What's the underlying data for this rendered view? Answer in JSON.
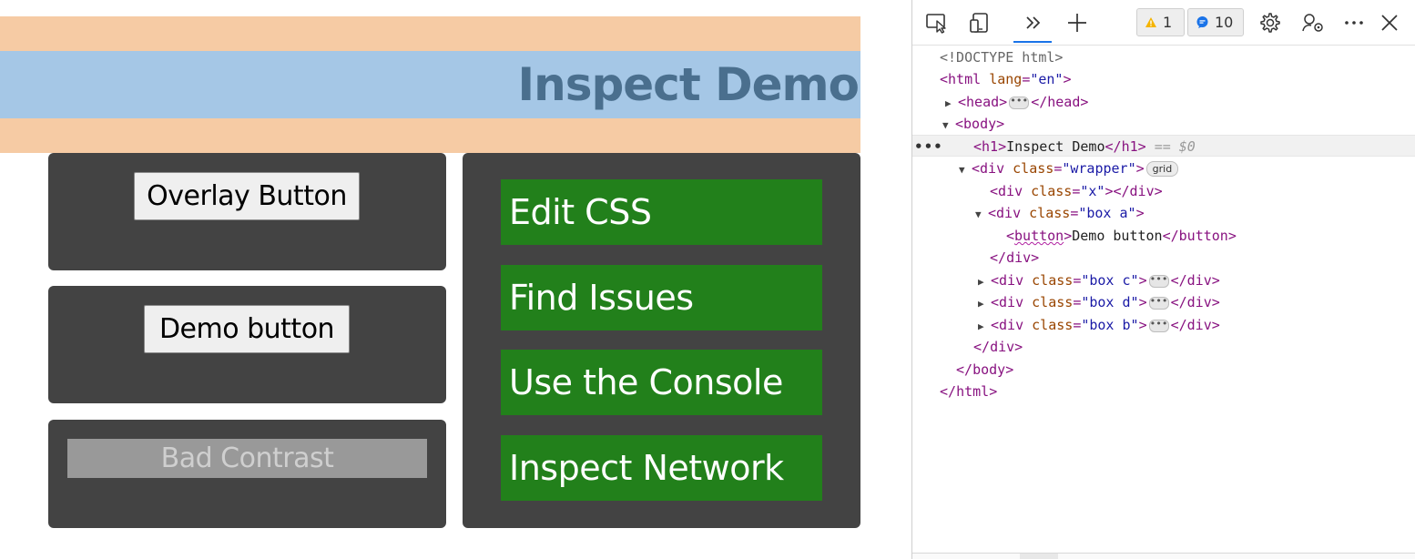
{
  "page": {
    "h1": "Inspect Demo",
    "overlay_button": "Overlay Button",
    "demo_button": "Demo button",
    "bad_contrast": "Bad Contrast",
    "links": [
      "Edit CSS",
      "Find Issues",
      "Use the Console",
      "Inspect Network"
    ]
  },
  "devtools": {
    "toolbar": {
      "icons": [
        "inspect-element-icon",
        "device-emulation-icon",
        "more-tabs-icon",
        "add-tab-icon",
        "settings-icon",
        "customize-icon",
        "more-options-icon",
        "close-icon"
      ],
      "warnings": "1",
      "messages": "10"
    },
    "dom": {
      "doctype": "<!DOCTYPE html>",
      "html_tag": "html",
      "html_attr": "lang",
      "html_val": "\"en\"",
      "head_tag": "head",
      "body_tag": "body",
      "h1_tag": "h1",
      "h1_text": "Inspect Demo",
      "selected_marker": "== $0",
      "row_dots": "•••",
      "div_tag": "div",
      "class_attr": "class",
      "wrapper_val": "\"wrapper\"",
      "grid_badge": "grid",
      "x_val": "\"x\"",
      "box_a_val": "\"box a\"",
      "button_tag": "button",
      "button_text": "Demo button",
      "box_c_val": "\"box c\"",
      "box_d_val": "\"box d\"",
      "box_b_val": "\"box b\"",
      "ellipsis": "•••"
    }
  },
  "colors": {
    "margin": "#f6cba4",
    "content": "#a5c7e6",
    "box_bg": "#434343",
    "link_green": "#22801b",
    "accent": "#1a73e8"
  }
}
